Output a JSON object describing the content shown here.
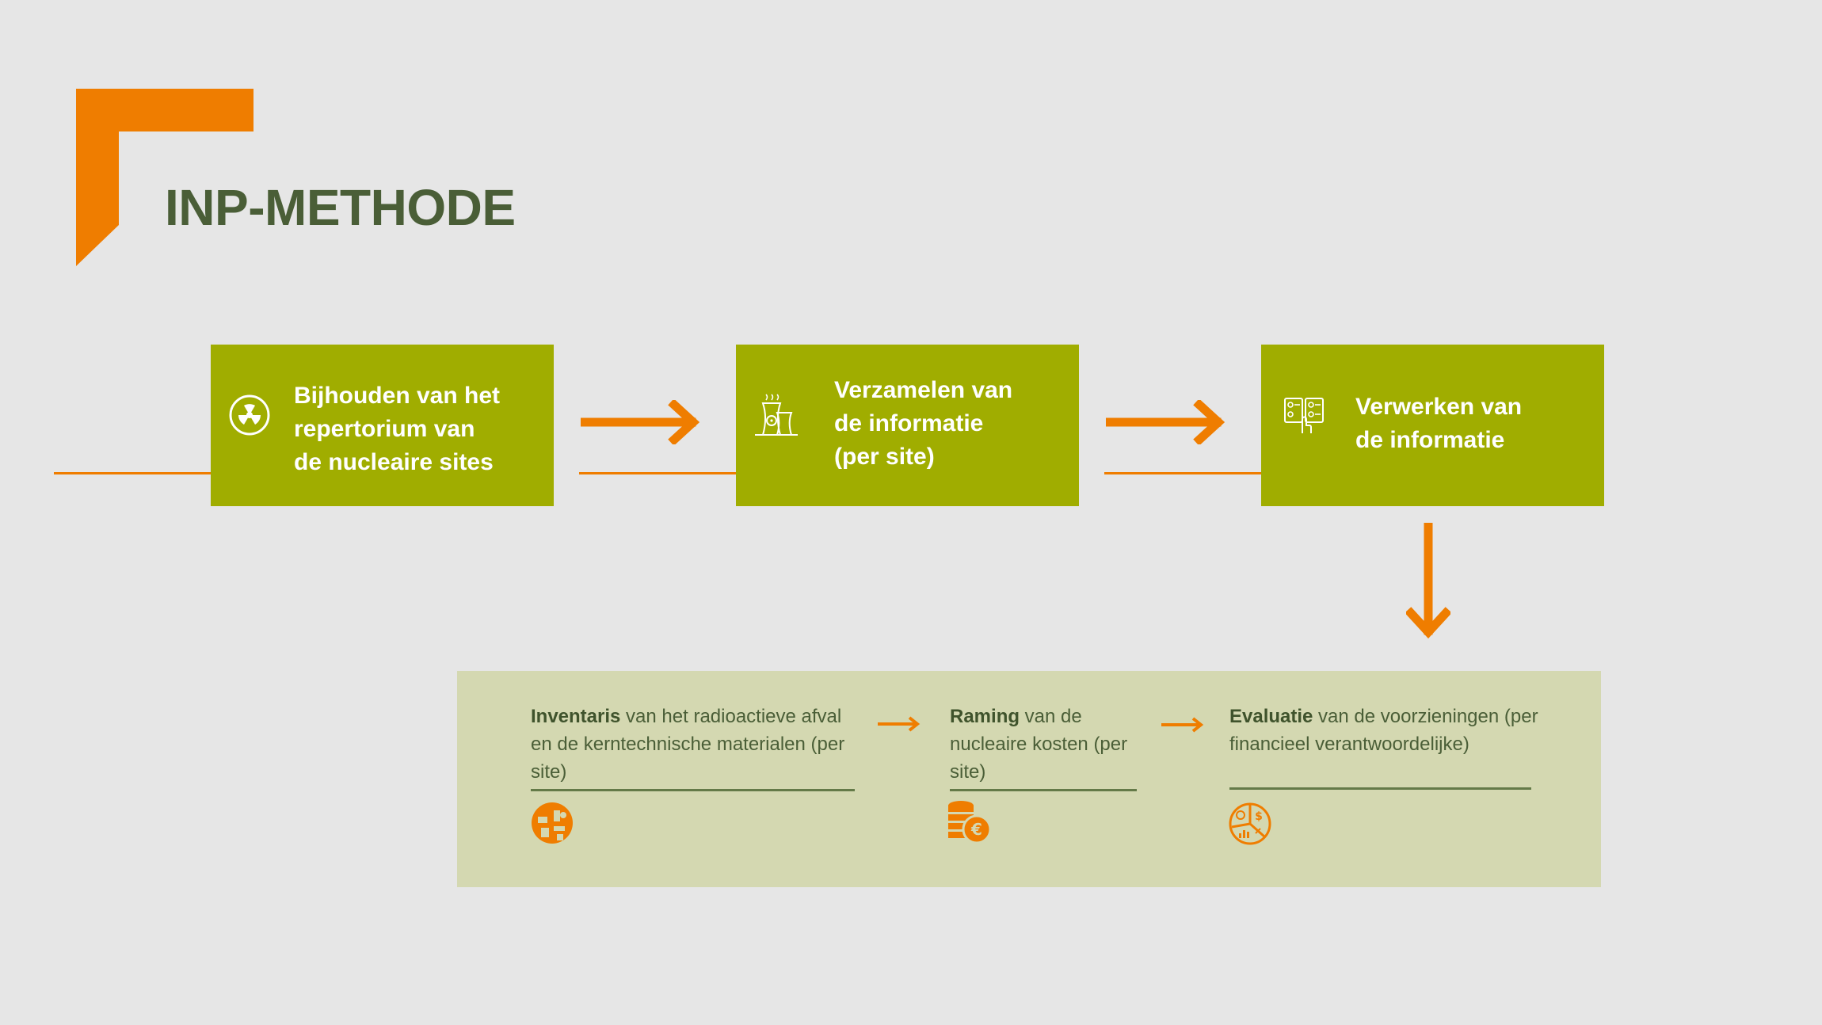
{
  "title": "INP-METHODE",
  "colors": {
    "background": "#e6e6e6",
    "accent_orange": "#ef7d00",
    "step_green": "#a0ad00",
    "panel_green": "#d4d8b1",
    "title_green": "#4a5e37"
  },
  "steps": [
    {
      "icon": "radiation-icon",
      "label": "Bijhouden van het\nrepertorium van\nde nucleaire sites"
    },
    {
      "icon": "nuclear-plant-icon",
      "label": "Verzamelen van\nde informatie\n(per site)"
    },
    {
      "icon": "data-processing-icon",
      "label": "Verwerken van\nde informatie"
    }
  ],
  "outputs": [
    {
      "icon": "waste-materials-icon",
      "bold": "Inventaris",
      "text": " van het radioactieve afval en de kerntechnische materialen (per site)"
    },
    {
      "icon": "coins-euro-icon",
      "bold": "Raming",
      "text": " van de nucleaire kosten (per site)"
    },
    {
      "icon": "evaluation-chart-icon",
      "bold": "Evaluatie",
      "text": " van de voorzieningen (per financieel verantwoordelijke)"
    }
  ]
}
